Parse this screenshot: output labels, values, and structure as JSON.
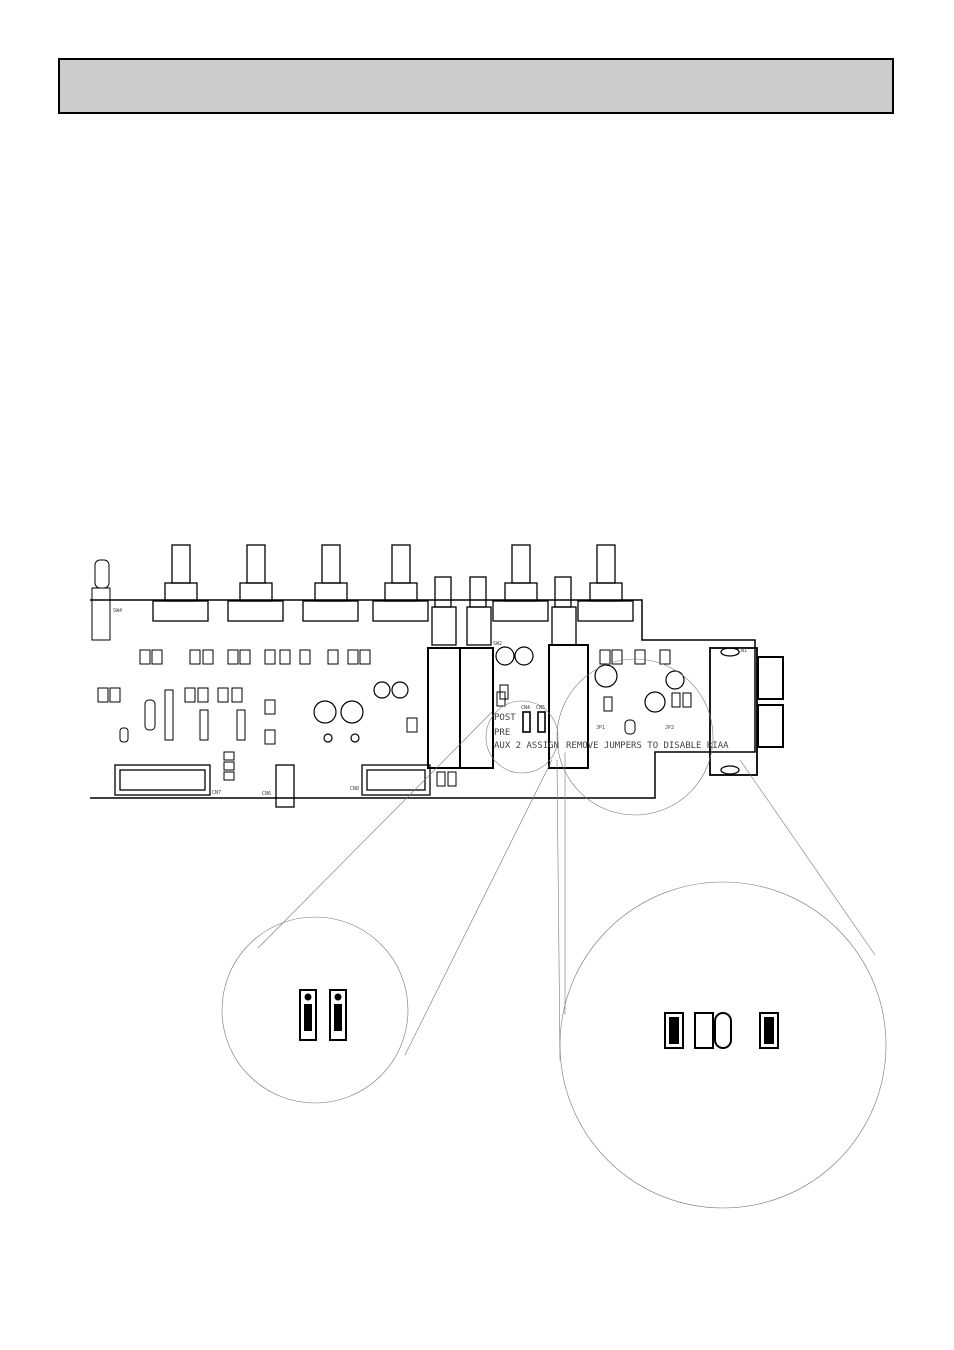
{
  "header": {
    "title": ""
  },
  "diagram": {
    "labels": {
      "post": "POST",
      "pre": "PRE",
      "aux_assign": "AUX 2 ASSIGN",
      "riaa_note": "REMOVE JUMPERS TO DISABLE RIAA",
      "cn4": "CN4",
      "cn5": "CN5",
      "cn7": "CN7",
      "cn8": "CN8",
      "cn6": "CN6",
      "jp1": "JP1",
      "jp2": "JP2",
      "sw4": "SW4",
      "sw2": "SW2",
      "cn1": "CN1"
    }
  }
}
